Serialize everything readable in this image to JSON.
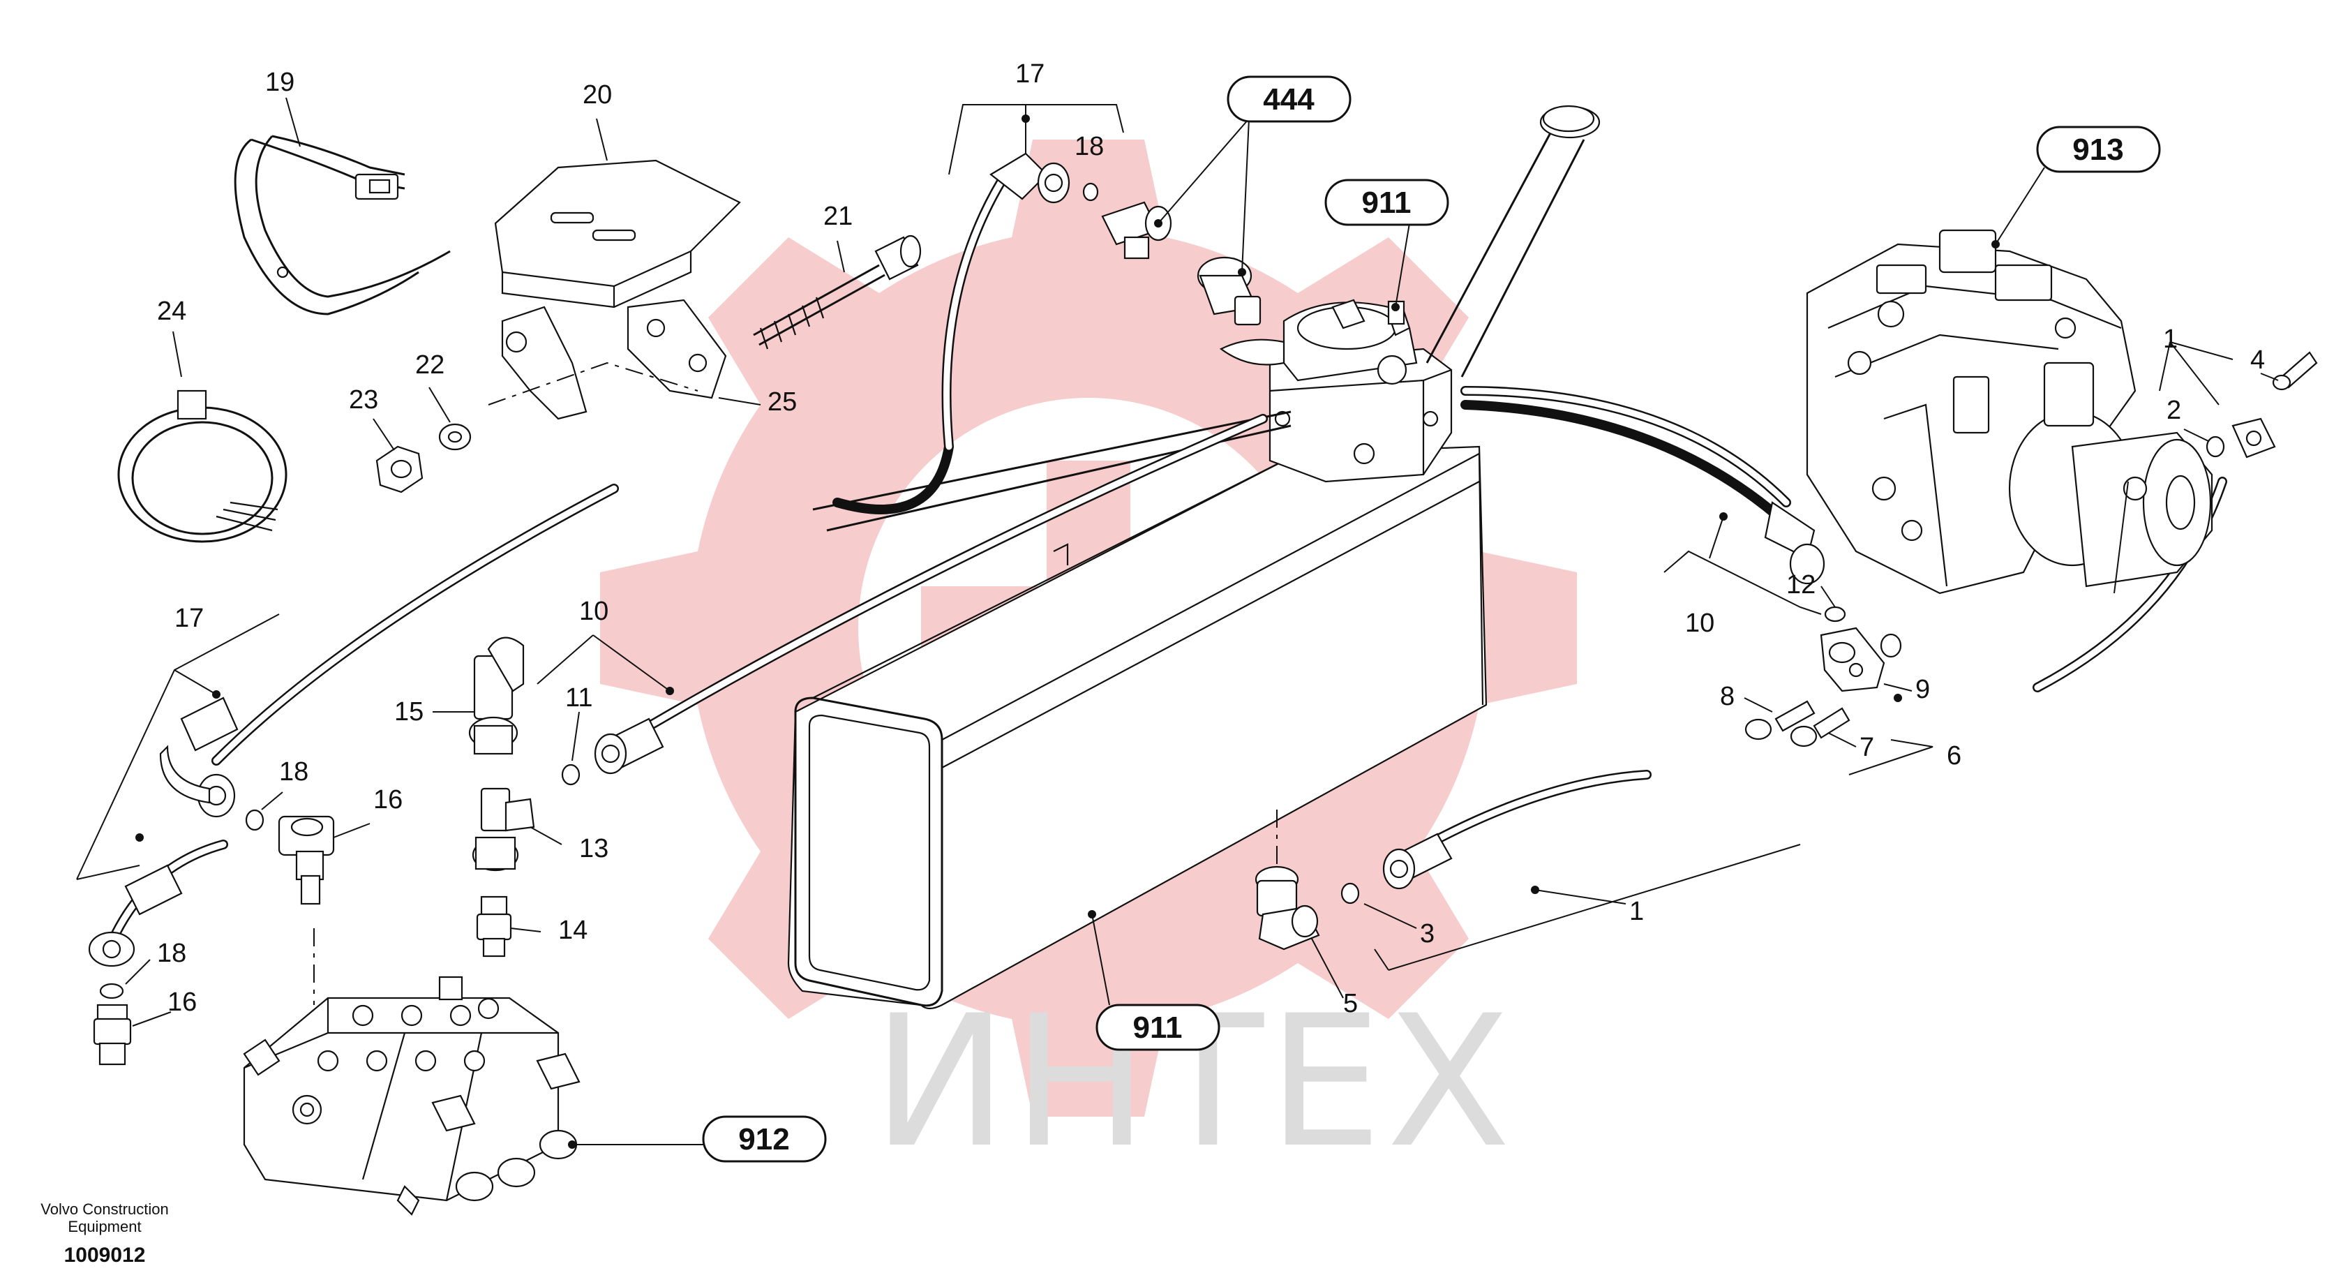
{
  "watermark": {
    "text": "ИНТЕХ",
    "gear_color": "#f6c7c7",
    "text_color": "#d9d9d9"
  },
  "footer": {
    "company_line1": "Volvo Construction",
    "company_line2": "Equipment",
    "drawing_number": "1009012"
  },
  "reference_labels": [
    "444",
    "911",
    "913",
    "911",
    "912"
  ],
  "part_numbers": {
    "n1a": "1",
    "n1b": "1",
    "n2": "2",
    "n3": "3",
    "n4": "4",
    "n5": "5",
    "n6": "6",
    "n7": "7",
    "n8": "8",
    "n9": "9",
    "n10a": "10",
    "n10b": "10",
    "n11": "11",
    "n12": "12",
    "n13": "13",
    "n14": "14",
    "n15": "15",
    "n16a": "16",
    "n16b": "16",
    "n17a": "17",
    "n17b": "17",
    "n18a": "18",
    "n18b": "18",
    "n18c": "18",
    "n19": "19",
    "n20": "20",
    "n21": "21",
    "n22": "22",
    "n23": "23",
    "n24": "24",
    "n25": "25"
  },
  "colors": {
    "line": "#111111",
    "background": "#ffffff"
  }
}
